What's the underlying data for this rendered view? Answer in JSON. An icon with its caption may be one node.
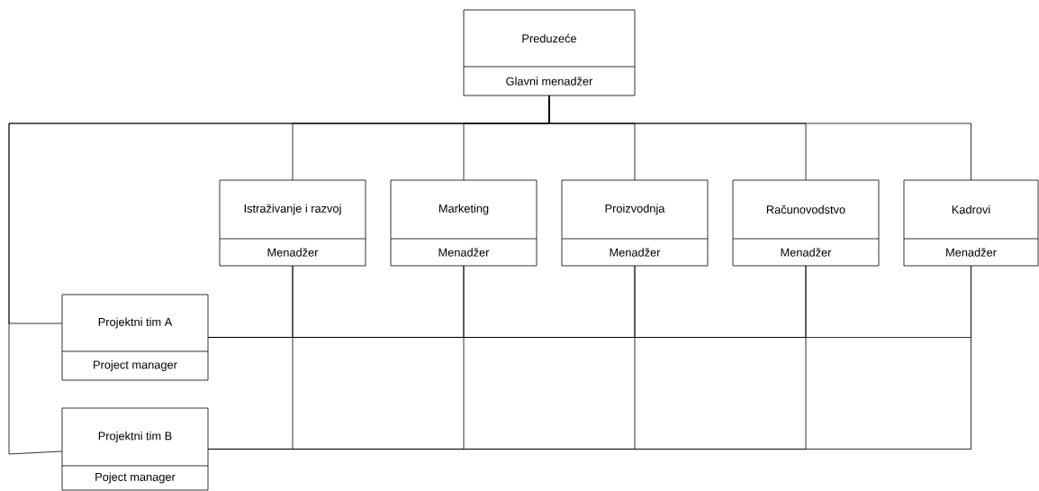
{
  "diagram": {
    "nodes": [
      {
        "text": [
          "Preduzeće",
          "Glavni menadžer"
        ]
      },
      {
        "text": [
          "Istraživanje i razvoj",
          "Menadžer"
        ]
      },
      {
        "text": [
          "Marketing",
          "Menadžer"
        ]
      },
      {
        "text": [
          "Proizvodnja",
          "Menadžer"
        ]
      },
      {
        "text": [
          "Računovodstvo",
          "Menadžer"
        ]
      },
      {
        "text": [
          "Kadrovi",
          "Menadžer"
        ]
      },
      {
        "text": [
          "Projektni tim A",
          "Project manager"
        ]
      },
      {
        "text": [
          "Projektni tim B",
          "Poject manager"
        ]
      }
    ],
    "edges": [
      {
        "from": 0,
        "to": 1,
        "arrow": "none"
      },
      {
        "from": 0,
        "to": 2,
        "arrow": "none"
      },
      {
        "from": 0,
        "to": 3,
        "arrow": "none"
      },
      {
        "from": 0,
        "to": 4,
        "arrow": "none"
      },
      {
        "from": 0,
        "to": 5,
        "arrow": "none"
      },
      {
        "from": 0,
        "to": 6,
        "arrow": "none"
      },
      {
        "from": 0,
        "to": 7,
        "arrow": "none"
      },
      {
        "from": 6,
        "to": 1,
        "arrow": "none"
      },
      {
        "from": 6,
        "to": 2,
        "arrow": "none"
      },
      {
        "from": 6,
        "to": 3,
        "arrow": "none"
      },
      {
        "from": 6,
        "to": 4,
        "arrow": "none"
      },
      {
        "from": 6,
        "to": 5,
        "arrow": "none"
      },
      {
        "from": 7,
        "to": 1,
        "arrow": "none"
      },
      {
        "from": 7,
        "to": 2,
        "arrow": "none"
      },
      {
        "from": 7,
        "to": 3,
        "arrow": "none"
      },
      {
        "from": 7,
        "to": 4,
        "arrow": "none"
      },
      {
        "from": 7,
        "to": 5,
        "arrow": "none"
      }
    ]
  }
}
